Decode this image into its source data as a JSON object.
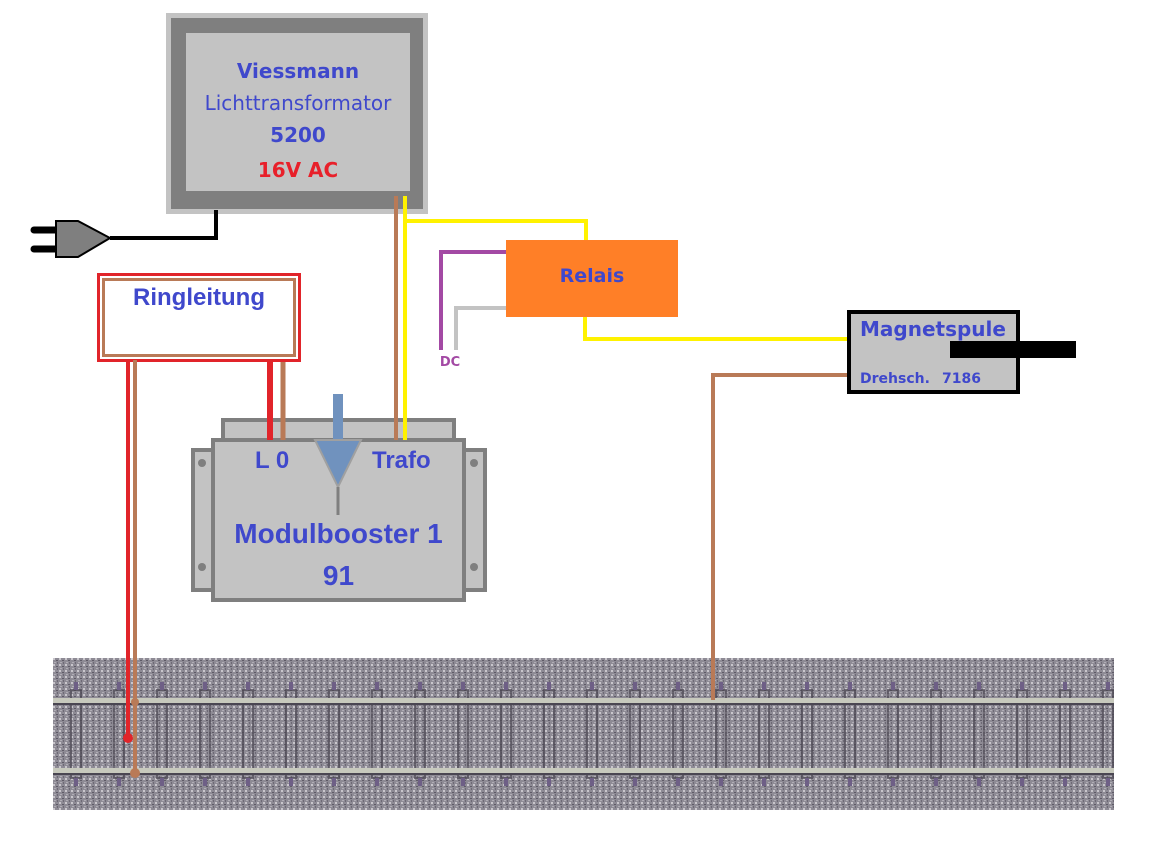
{
  "transformer": {
    "brand": "Viessmann",
    "name": "Lichttransformator",
    "model": "5200",
    "voltage": "16V AC"
  },
  "ringleitung": {
    "label": "Ringleitung"
  },
  "relais": {
    "label": "Relais",
    "dc_label": "DC"
  },
  "magnetspule": {
    "title": "Magnetspule",
    "subtitle": "Drehsch.",
    "number": "7186"
  },
  "booster": {
    "terminal_left": "L 0",
    "terminal_right": "Trafo",
    "name": "Modulbooster 1",
    "number": "91"
  },
  "colors": {
    "text_blue": "#3f48cc",
    "text_red": "#e8202a",
    "text_purple": "#a349a4",
    "wire_red": "#e1242a",
    "wire_brown": "#b97a57",
    "wire_yellow": "#fff200",
    "wire_purple": "#a349a4",
    "wire_gray": "#c3c3c3",
    "relais_orange": "#ff7f27",
    "box_gray": "#c3c3c3",
    "frame_gray": "#7f7f7f",
    "arrow_blue": "#7092be"
  }
}
